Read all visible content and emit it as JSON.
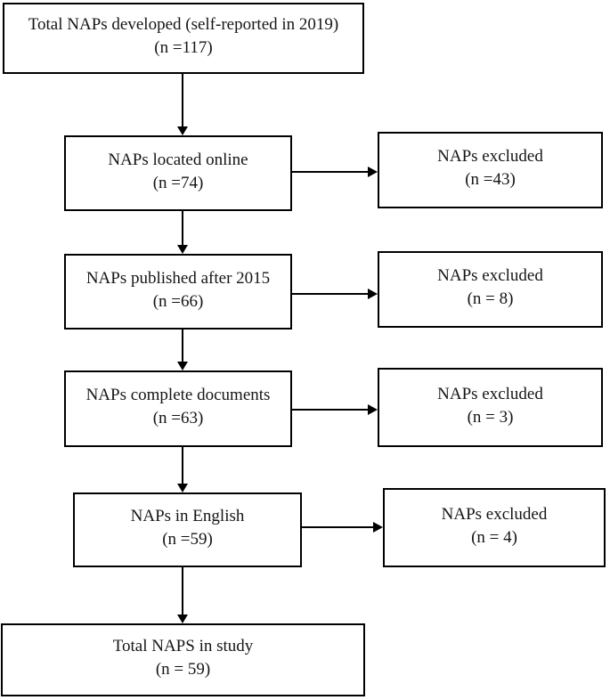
{
  "figure": {
    "description": "Flow diagram of National Action Plan (NAP) selection for study",
    "colors": {
      "background": "#ffffff",
      "border": "#000000",
      "text": "#151515"
    },
    "main_boxes": [
      {
        "label": "Total NAPs developed (self-reported in 2019)",
        "count": "(n =117)"
      },
      {
        "label": "NAPs located online",
        "count": "(n =74)"
      },
      {
        "label": "NAPs published after 2015",
        "count": "(n =66)"
      },
      {
        "label": "NAPs complete documents",
        "count": "(n =63)"
      },
      {
        "label": "NAPs in English",
        "count": "(n =59)"
      },
      {
        "label": "Total NAPS in study",
        "count": "(n = 59)"
      }
    ],
    "excluded_boxes": [
      {
        "label": "NAPs excluded",
        "count": "(n =43)"
      },
      {
        "label": "NAPs excluded",
        "count": "(n = 8)"
      },
      {
        "label": "NAPs excluded",
        "count": "(n = 3)"
      },
      {
        "label": "NAPs excluded",
        "count": "(n = 4)"
      }
    ]
  }
}
